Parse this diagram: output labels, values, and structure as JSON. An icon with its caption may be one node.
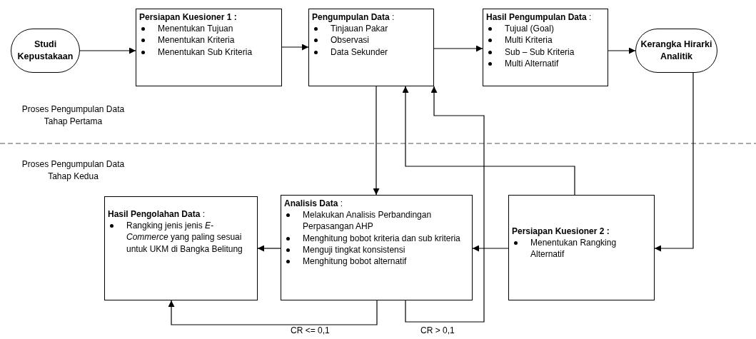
{
  "diagram": {
    "nodes": [
      {
        "text": [
          "Studi Kepustakaan"
        ]
      },
      {
        "text": [
          "Persiapan Kuesioner 1 :",
          "Menentukan Tujuan",
          "Menentukan Kriteria",
          "Menentukan Sub Kriteria"
        ]
      },
      {
        "text": [
          "**Pengumpulan Data** :",
          "Tinjauan Pakar",
          "Observasi",
          "Data Sekunder"
        ]
      },
      {
        "text": [
          "**Hasil Pengumpulan Data** :",
          "Tujual (Goal)",
          "Multi Kriteria",
          "Sub – Sub Kriteria",
          "Multi Alternatif"
        ]
      },
      {
        "text": [
          "Kerangka Hirarki Analitik"
        ]
      },
      {
        "text": [
          "**Hasil Pengolahan Data** :",
          "Rangking jenis jenis *E-Commerce* yang paling sesuai untuk UKM di Bangka Belitung"
        ]
      },
      {
        "text": [
          "**Analisis Data** :",
          "Melakukan Analisis Perbandingan Perpasangan AHP",
          "Menghitung bobot kriteria dan sub kriteria",
          "Menguji tingkat konsistensi",
          "Menghitung bobot alternatif"
        ]
      },
      {
        "text": [
          "Persiapan Kuesioner 2 :",
          "Menentukan Rangking Alternatif"
        ]
      }
    ],
    "edges": [
      {
        "from": 0,
        "to": 1,
        "arrow": "to"
      },
      {
        "from": 1,
        "to": 2,
        "arrow": "to"
      },
      {
        "from": 2,
        "to": 3,
        "arrow": "to"
      },
      {
        "from": 3,
        "to": 4,
        "arrow": "to"
      },
      {
        "from": 4,
        "to": 7,
        "arrow": "to"
      },
      {
        "from": 2,
        "to": 6,
        "arrow": "to"
      },
      {
        "from": 7,
        "to": 2,
        "arrow": "to"
      },
      {
        "from": 6,
        "to": 2,
        "arrow": "to",
        "label": "CR > 0,1"
      },
      {
        "from": 7,
        "to": 6,
        "arrow": "to"
      },
      {
        "from": 6,
        "to": 5,
        "arrow": "to"
      },
      {
        "from": 6,
        "to": 5,
        "arrow": "to",
        "label": "CR <= 0,1"
      }
    ],
    "labels": [
      "Proses Pengumpulan Data Tahap Pertama",
      "Proses Pengumpulan Data Tahap Kedua"
    ]
  }
}
